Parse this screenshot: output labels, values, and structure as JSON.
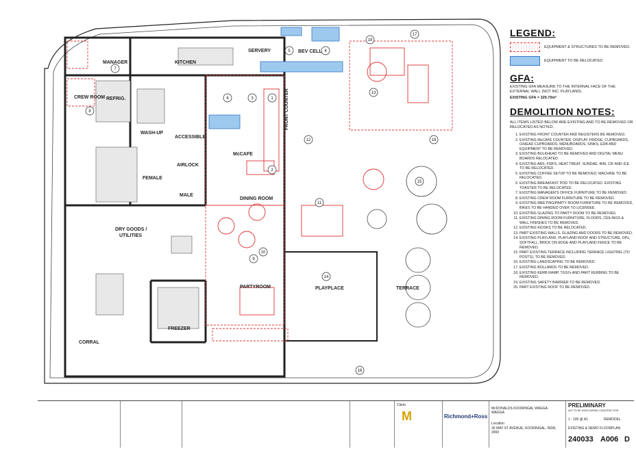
{
  "rooms": {
    "manager": "MANAGER",
    "kitchen": "KITCHEN",
    "servery": "SERVERY",
    "bev_cell": "BEV CELL",
    "crew_room": "CREW\nROOM",
    "refrig": "REFRIG.",
    "wash_up": "WASH-UP",
    "accessible": "ACCESSIBLE",
    "mccafe": "McCAFE",
    "front_counter": "FRONT COUNTER",
    "airlock": "AIRLOCK",
    "female": "FEMALE",
    "male": "MALE",
    "dining_room": "DINING ROOM",
    "dry_goods": "DRY GOODS /",
    "utilities": "UTILITIES",
    "partyroom": "PARTYROOM",
    "playplace": "PLAYPLACE",
    "terrace": "TERRACE",
    "freezer": "FREEZER",
    "corral": "CORRAL"
  },
  "tags": [
    "1",
    "2",
    "3",
    "4",
    "5",
    "6",
    "7",
    "8",
    "9",
    "10",
    "11",
    "12",
    "13",
    "14",
    "15",
    "16",
    "17",
    "18",
    "19"
  ],
  "legend": {
    "title": "LEGEND:",
    "items": [
      {
        "label": "EQUIPMENT & STRUCTURES TO BE REMOVED.",
        "color": "#e03030"
      },
      {
        "label": "EQUIPMENT TO BE RELOCATED",
        "color": "#2f78c4"
      }
    ]
  },
  "gfa": {
    "title": "GFA:",
    "text": "EXISTING GFA MEASURE TO THE INTERNAL FACE OF THE EXTERNAL WALL (NOT INC. PLAYLAND).",
    "value": "EXISTING GFA = 329.70m²"
  },
  "demolition": {
    "title": "DEMOLITION NOTES:",
    "intro": "ALL ITEMS LISTED BELOW ARE EXISTING AND TO BE REMOVED OR RELOCATED AS NOTED.",
    "items": [
      "EXISTING FRONT COUNTER AND REGISTERS BE REMOVED.",
      "EXISTING McCAFE COUNTER, DISPLAY FRIDGE, CUPBOARDS, O/HEAD CUPBOARDS, MENUBOARDS, SINKS, EDB AND EQUIPMENT TO BE REMOVED.",
      "EXISTING BULKHEAD TO BE REMOVED AND DIGITAL MENU BOARDS RELOCATED.",
      "EXISTING ABS, FSB'S, HEAT TREAT, SUNDAE, BIM, CIF AND ICE TO BE RELOCATED.",
      "EXISTING COFFEE SETUP TO BE REMOVED, MACHINE TO BE RELOCATED.",
      "EXISTING BREAKFAST POD TO BE RELOCATED. EXISTING TOASTER TO BE RELOCATED.",
      "EXISTING MANAGER'S OFFICE FURNITURE TO BE REMOVED.",
      "EXISTING CREW ROOM FURNITURE TO BE REMOVED.",
      "EXISTING MEETING/PARTY ROOM FURNITURE TO BE REMOVED, BIKES TO BE HANDED OVER TO LICENSEE.",
      "EXISTING GLAZING TO PARTY ROOM TO BE REMOVED.",
      "EXISTING DINING ROOM FURNITURE, FLOORS, CEILINGS & WALL FINISHES TO BE REMOVED.",
      "EXISTING KIOSKS TO BE RELOCATED.",
      "PART EXISTING WALLS, GLAZING AND DOORS TO BE REMOVED.",
      "EXISTING PLAYLAND, PLAYLAND ROOF AND STRUCTURE, DPs, SOFTFALL, BRICK ON EDGE AND PLAYLAND FENCE TO BE REMOVED.",
      "PART EXISTING TERRACE INCLUDING TERRACE LIGHTING (TO POSTS), TO BE REMOVED.",
      "EXISTING LANDSCAPING TO BE REMOVED.",
      "EXISTING BOLLARDS TO BE REMOVED.",
      "EXISTING KERB RAMP, TGSI's AND PART KERBING TO BE REMOVED.",
      "EXISTING SAFETY BARRIER TO BE REMOVED.",
      "PART EXISTING ROOF TO BE REMOVED."
    ]
  },
  "titleblock": {
    "status": "PRELIMINARY",
    "status_sub": "NOT TO BE USED DURING CONSTRUCTION",
    "scale": "1 : 100 @ A1",
    "stage": "REMODEL",
    "drawing_title": "EXISTING & DEMO FLOORPLAN",
    "project_number": "240033",
    "drawing_number": "A006",
    "revision": "D",
    "project_name": "McDONALDS KOORINGAL WAGGA WAGGA",
    "firm": "Richmond+Ross",
    "client_label": "Client",
    "location_label": "Location",
    "location_value": "30 MAY ST AVENUE, KOORINGAL, NSW, 2650"
  }
}
